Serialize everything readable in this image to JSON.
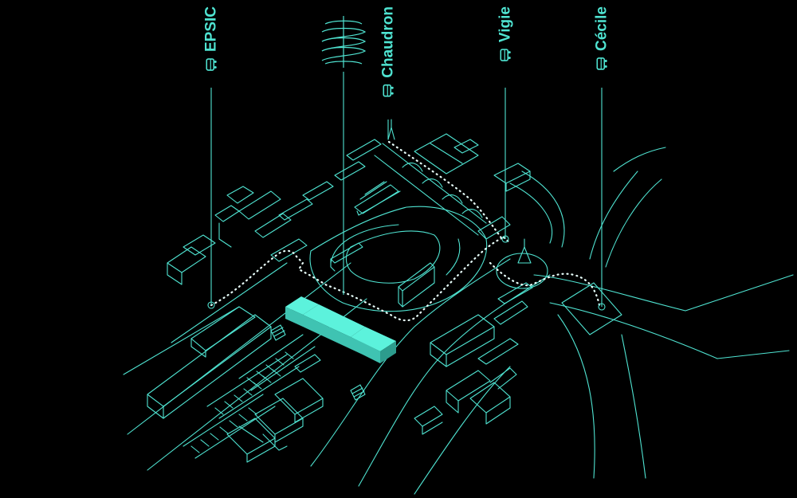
{
  "colors": {
    "background": "#000000",
    "line": "#4fe3d1",
    "highlight": "#5cf2dc"
  },
  "stops": [
    {
      "id": "epsic",
      "label": "EPSIC",
      "icon": "bus-icon"
    },
    {
      "id": "chaudron",
      "label": "Chaudron",
      "icon": "bus-icon"
    },
    {
      "id": "vigie",
      "label": "Vigie",
      "icon": "bus-icon"
    },
    {
      "id": "cecile",
      "label": "Cécile",
      "icon": "bus-icon"
    }
  ],
  "symbols": {
    "chaudron_marker": "spiral-icon",
    "highlight": "highlighted-building"
  }
}
